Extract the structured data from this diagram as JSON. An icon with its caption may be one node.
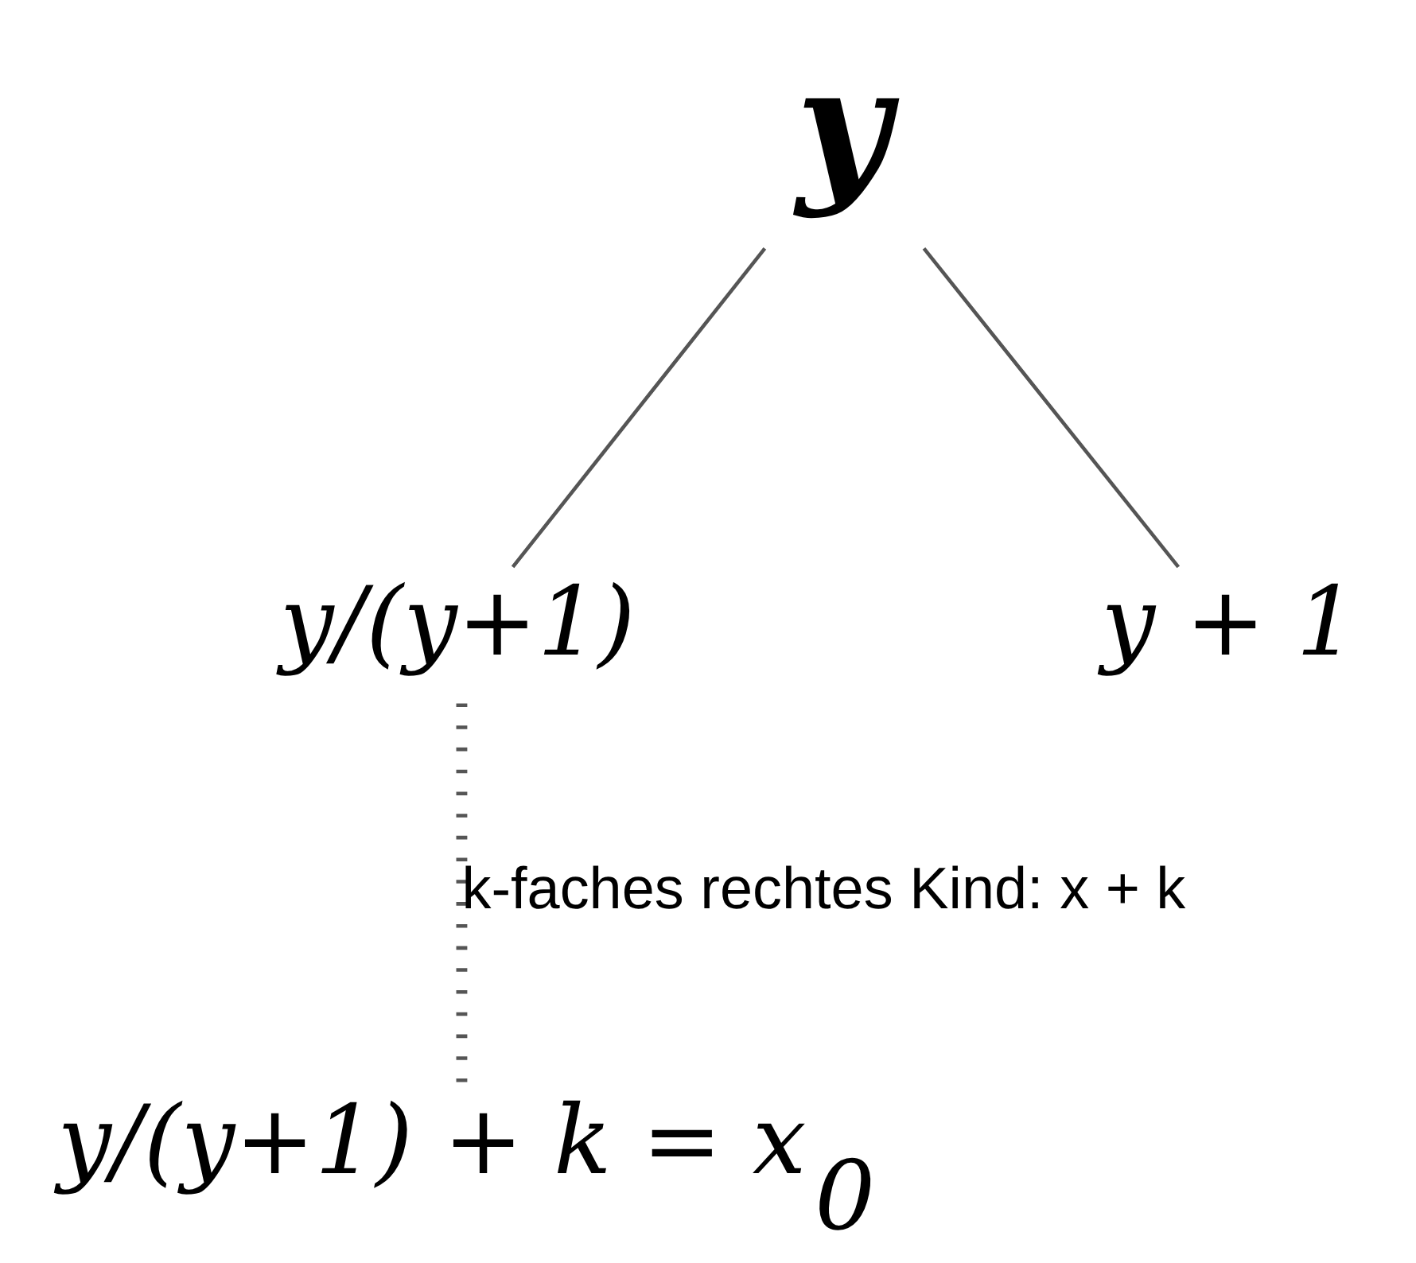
{
  "diagram": {
    "nodes": [
      {
        "text": [
          "y"
        ]
      },
      {
        "text": [
          "y/(y+1)"
        ]
      },
      {
        "text": [
          "y + 1"
        ]
      },
      {
        "text": [
          "y/(y+1) + k = x$_{0}$"
        ]
      }
    ],
    "edges": [
      {
        "from": 0,
        "to": 1,
        "arrow": "none"
      },
      {
        "from": 0,
        "to": 2,
        "arrow": "none"
      },
      {
        "from": 1,
        "to": 3,
        "arrow": "none",
        "style": "dashed",
        "label": "k-faches rechtes Kind: x + k"
      }
    ]
  }
}
